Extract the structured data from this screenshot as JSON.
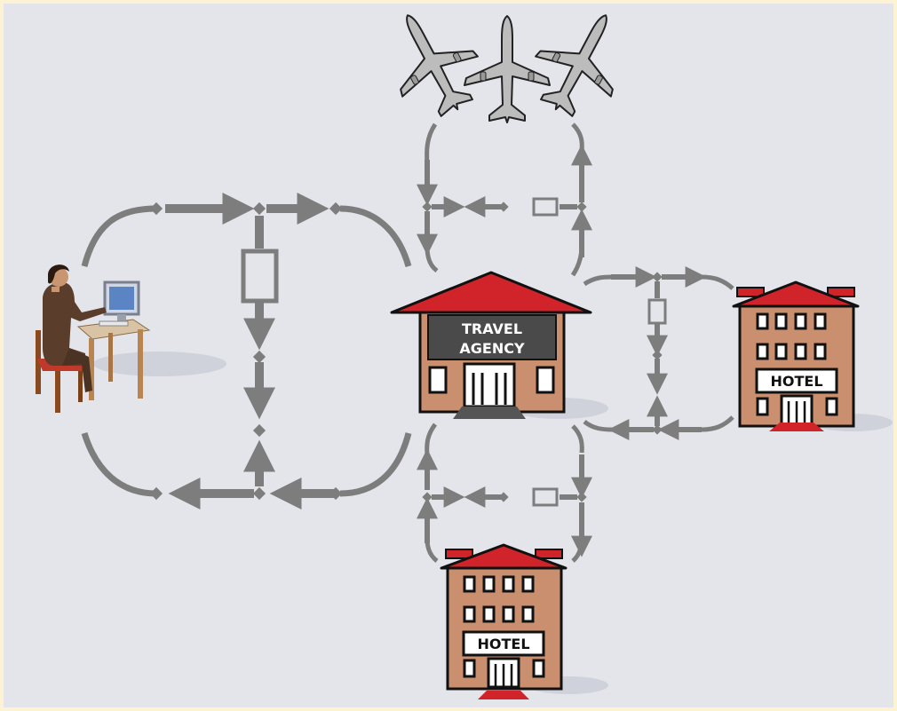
{
  "diagram": {
    "agency": {
      "line1": "TRAVEL",
      "line2": "AGENCY"
    },
    "hotel_right": {
      "sign": "HOTEL"
    },
    "hotel_bottom": {
      "sign": "HOTEL"
    }
  },
  "colors": {
    "background": "#e4e5ea",
    "frame": "#fbf3d3",
    "flow": "#7d7d7d",
    "roof": "#d1242a",
    "brick": "#c98f6f",
    "sign": "#4a4a4a",
    "airplane": "#bcbcbc"
  }
}
